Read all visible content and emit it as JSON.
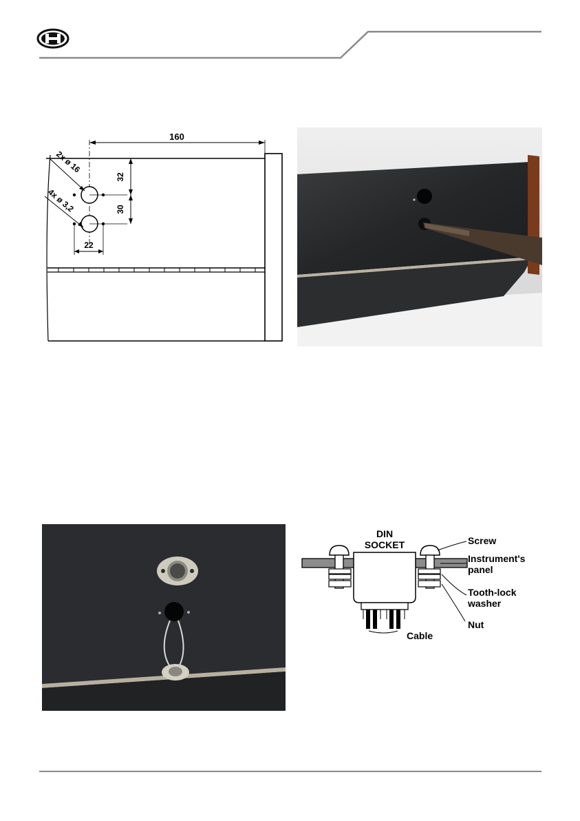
{
  "header": {
    "logo_icon": "hammond-logo-icon",
    "logo_text": "H"
  },
  "drawing_top": {
    "dim_width": "160",
    "dim_upper": "32",
    "dim_spacing": "30",
    "dim_screw_gap": "22",
    "label_big_holes": "2x ø 16",
    "label_small_holes": "4x ø 3,2"
  },
  "photo_drill": {
    "description_icon": "drill-photo-icon"
  },
  "photo_socket": {
    "description_icon": "din-socket-photo-icon"
  },
  "cross_section": {
    "title_line1": "DIN",
    "title_line2": "SOCKET",
    "screw": "Screw",
    "panel_line1": "Instrument's",
    "panel_line2": "panel",
    "washer_line1": "Tooth-lock",
    "washer_line2": "washer",
    "nut": "Nut",
    "cable": "Cable"
  },
  "colors": {
    "rule": "#8a8a8a",
    "panel_dark": "#2a2c2e",
    "wood": "#7a3a1c"
  }
}
